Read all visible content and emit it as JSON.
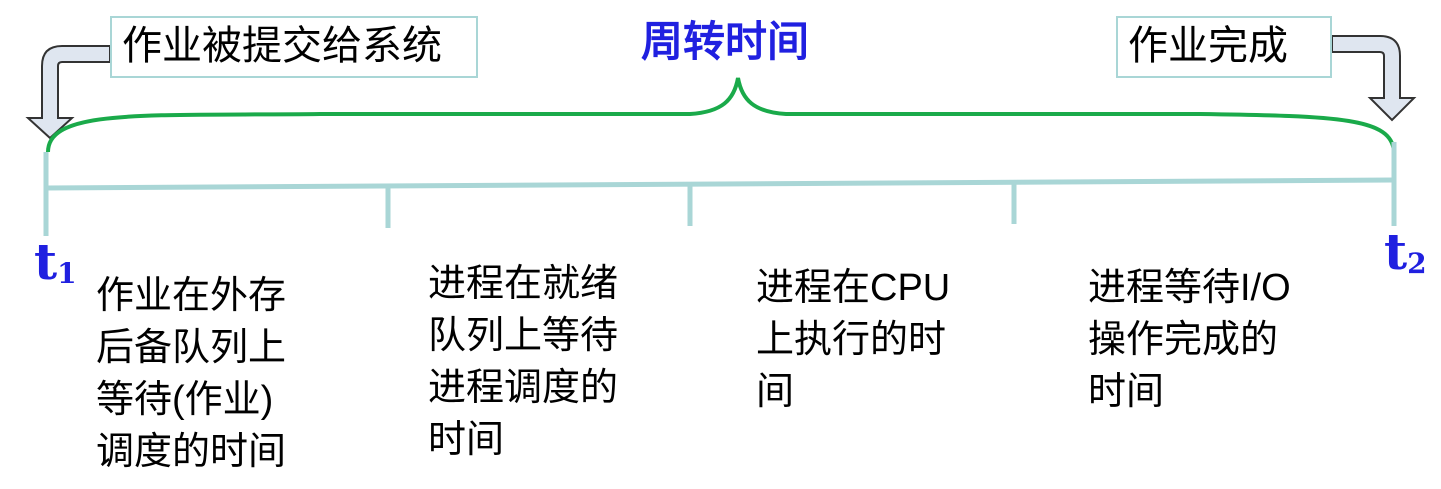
{
  "title": "周转时间",
  "submit_label": "作业被提交给系统",
  "complete_label": "作业完成",
  "t1": {
    "base": "t",
    "sub": "1"
  },
  "t2": {
    "base": "t",
    "sub": "2"
  },
  "segments": [
    {
      "text": "作业在外存\n后备队列上\n等待(作业)\n调度的时间"
    },
    {
      "text": "进程在就绪\n队列上等待\n进程调度的\n时间"
    },
    {
      "text": "进程在CPU\n上执行的时\n间"
    },
    {
      "text": "进程等待I/O\n操作完成的\n时间"
    }
  ],
  "colors": {
    "brace": "#1aaa4a",
    "timeline": "#a9d6d6",
    "title": "#2020e0",
    "arrow_fill": "#dfe6f0",
    "arrow_stroke": "#333333"
  }
}
